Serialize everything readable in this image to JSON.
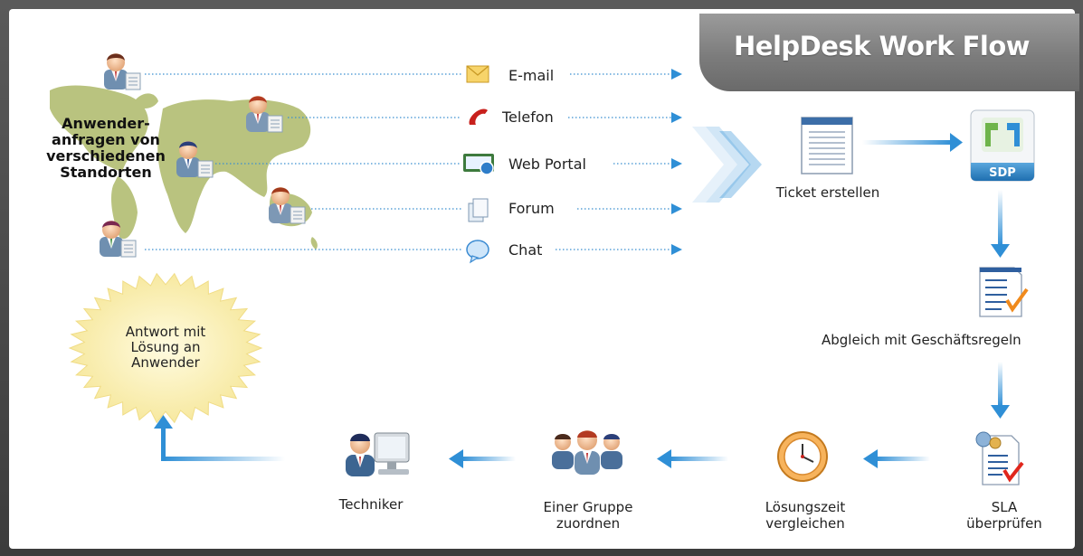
{
  "diagram": {
    "title": "HelpDesk Work Flow",
    "requests_label_lines": [
      "Anwender-",
      "anfragen von",
      "verschiedenen",
      "Standorten"
    ],
    "channels": [
      "E-mail",
      "Telefon",
      "Web Portal",
      "Forum",
      "Chat"
    ],
    "ticket_label": "Ticket erstellen",
    "sdp_badge": "SDP",
    "business_rules_label": "Abgleich mit Geschäftsregeln",
    "sla_label_lines": [
      "SLA",
      "überprüfen"
    ],
    "resolution_time_label_lines": [
      "Lösungszeit",
      "vergleichen"
    ],
    "group_label_lines": [
      "Einer Gruppe",
      "zuordnen"
    ],
    "technician_label": "Techniker",
    "answer_label_lines": [
      "Antwort mit",
      "Lösung an",
      "Anwender"
    ]
  },
  "colors": {
    "accent_blue": "#2f8fd6",
    "map_green": "#b9c37f",
    "title_bg": "#8a8a8a",
    "burst_fill": "#fbf1b6"
  },
  "icons": [
    "envelope-icon",
    "phone-icon",
    "web-portal-icon",
    "forum-icon",
    "chat-icon",
    "ticket-icon",
    "sdp-icon",
    "rules-document-icon",
    "sla-document-icon",
    "clock-icon",
    "group-icon",
    "technician-icon",
    "user-icon"
  ]
}
